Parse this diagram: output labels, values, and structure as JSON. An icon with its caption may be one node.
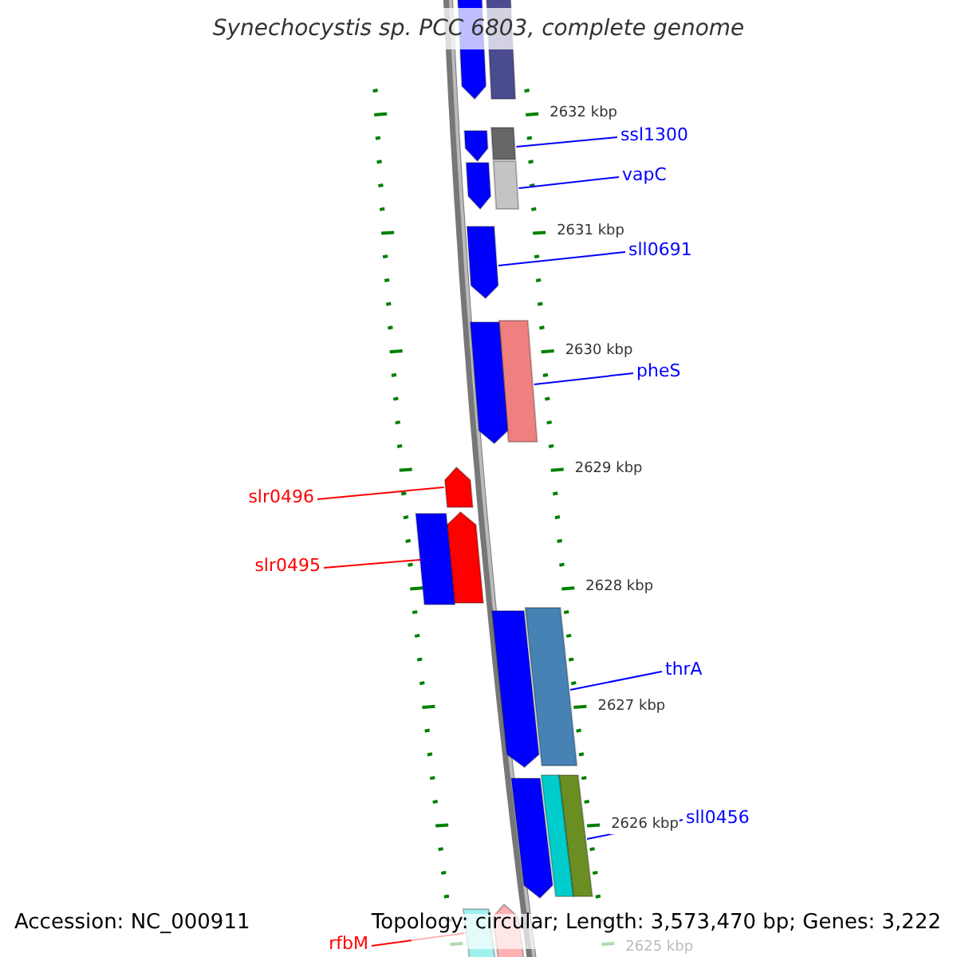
{
  "diagram": {
    "title": "Synechocystis sp. PCC 6803, complete genome",
    "nodes": [
      {
        "text": [
          "ssl1300"
        ]
      },
      {
        "text": [],
        "shape": "bar"
      },
      {
        "text": [
          "vapC"
        ]
      },
      {
        "text": [],
        "shape": "bar"
      },
      {
        "text": [
          "sll0691"
        ]
      },
      {
        "text": [],
        "shape": "arrow"
      },
      {
        "text": [
          "pheS"
        ]
      },
      {
        "text": [],
        "shape": "bar"
      },
      {
        "text": [
          "slr0496"
        ]
      },
      {
        "text": [],
        "shape": "arrow"
      },
      {
        "text": [
          "slr0495"
        ]
      },
      {
        "text": [],
        "shape": "arrow"
      },
      {
        "text": [
          "thrA"
        ]
      },
      {
        "text": [],
        "shape": "bar"
      },
      {
        "text": [
          "sll0456"
        ]
      },
      {
        "text": [],
        "shape": "bar"
      },
      {
        "text": [
          "rfbM"
        ]
      },
      {
        "text": [],
        "shape": "bar"
      },
      {
        "text": [],
        "shape": "arrow"
      },
      {
        "text": [],
        "shape": "bar"
      },
      {
        "text": [],
        "shape": "arrow"
      },
      {
        "text": [],
        "shape": "arrow"
      },
      {
        "text": [],
        "shape": "arrow"
      },
      {
        "text": [],
        "shape": "bar"
      },
      {
        "text": [],
        "shape": "arrow"
      },
      {
        "text": [],
        "shape": "arrow"
      },
      {
        "text": [],
        "shape": "bar"
      },
      {
        "text": [],
        "shape": "arrow"
      }
    ],
    "edges": [
      {
        "from": 0,
        "to": 1,
        "arrow": "none"
      },
      {
        "from": 2,
        "to": 3,
        "arrow": "none"
      },
      {
        "from": 4,
        "to": 5,
        "arrow": "none"
      },
      {
        "from": 6,
        "to": 7,
        "arrow": "none"
      },
      {
        "from": 8,
        "to": 9,
        "arrow": "none",
        "color": "#ff0000"
      },
      {
        "from": 10,
        "to": 11,
        "arrow": "none",
        "color": "#ff0000"
      },
      {
        "from": 12,
        "to": 13,
        "arrow": "none"
      },
      {
        "from": 14,
        "to": 15,
        "arrow": "none"
      },
      {
        "from": 16,
        "to": 17,
        "arrow": "none",
        "color": "#ff0000"
      }
    ],
    "labels": [
      "2632 kbp",
      "2631 kbp",
      "2630 kbp",
      "2629 kbp",
      "2628 kbp",
      "2627 kbp",
      "2626 kbp",
      "2625 kbp",
      "Accession: NC_000911",
      "Topology: circular; Length: 3,573,470 bp; Genes: 3,222"
    ]
  }
}
